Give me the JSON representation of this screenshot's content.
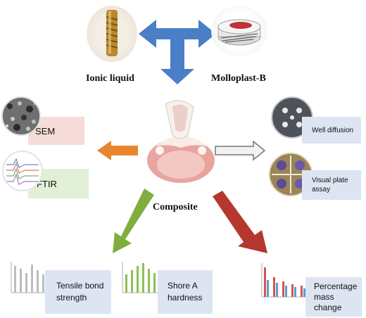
{
  "diagram": {
    "top": {
      "ionic_liquid": "Ionic liquid",
      "molloplast": "Molloplast-B"
    },
    "center": {
      "composite": "Composite"
    },
    "left": {
      "sem": "SEM",
      "ftir": "FTIR"
    },
    "right": {
      "well_diffusion": "Well diffusion",
      "visual_plate_line1": "Visual plate",
      "visual_plate_line2": "assay"
    },
    "bottom": {
      "tensile_line1": "Tensile bond",
      "tensile_line2": "strength",
      "shore_line1": "Shore A",
      "shore_line2": "hardness",
      "mass_line1": "Percentage",
      "mass_line2": "mass",
      "mass_line3": "change"
    }
  },
  "colors": {
    "blue_arrow": "#4a7ec7",
    "orange_arrow": "#e8852e",
    "green_arrow": "#7fae3e",
    "red_arrow": "#b5372f",
    "sem_box": "#f6dcd9",
    "ftir_box": "#e2f0d8",
    "right_box": "#dde4f2",
    "bottom_box": "#dde4f2"
  },
  "icons": [
    "screw-icon",
    "container-icon",
    "denture-icon",
    "sem-micrograph",
    "ftir-spectrum",
    "petri-dish-icon",
    "bar-chart-icon"
  ]
}
